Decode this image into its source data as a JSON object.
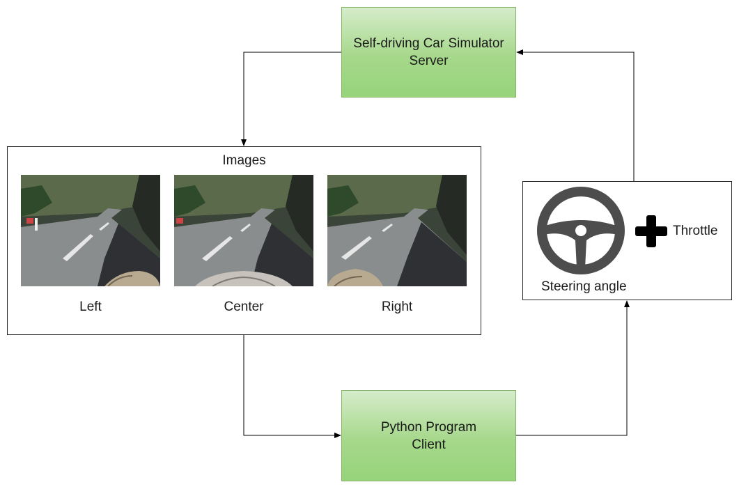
{
  "server": {
    "label": "Self-driving Car Simulator\nServer"
  },
  "client": {
    "label": "Python Program\nClient"
  },
  "images_panel": {
    "title": "Images",
    "cameras": [
      {
        "label": "Left",
        "view": "left"
      },
      {
        "label": "Center",
        "view": "center"
      },
      {
        "label": "Right",
        "view": "right"
      }
    ]
  },
  "controls_panel": {
    "steering_label": "Steering angle",
    "throttle_label": "Throttle",
    "icons": [
      "steering-wheel-icon",
      "plus-icon"
    ]
  },
  "colors": {
    "box_fill_top": "#d5ecca",
    "box_fill_bottom": "#97d47a",
    "box_border": "#82b366",
    "icon": "#4d4d4d"
  }
}
